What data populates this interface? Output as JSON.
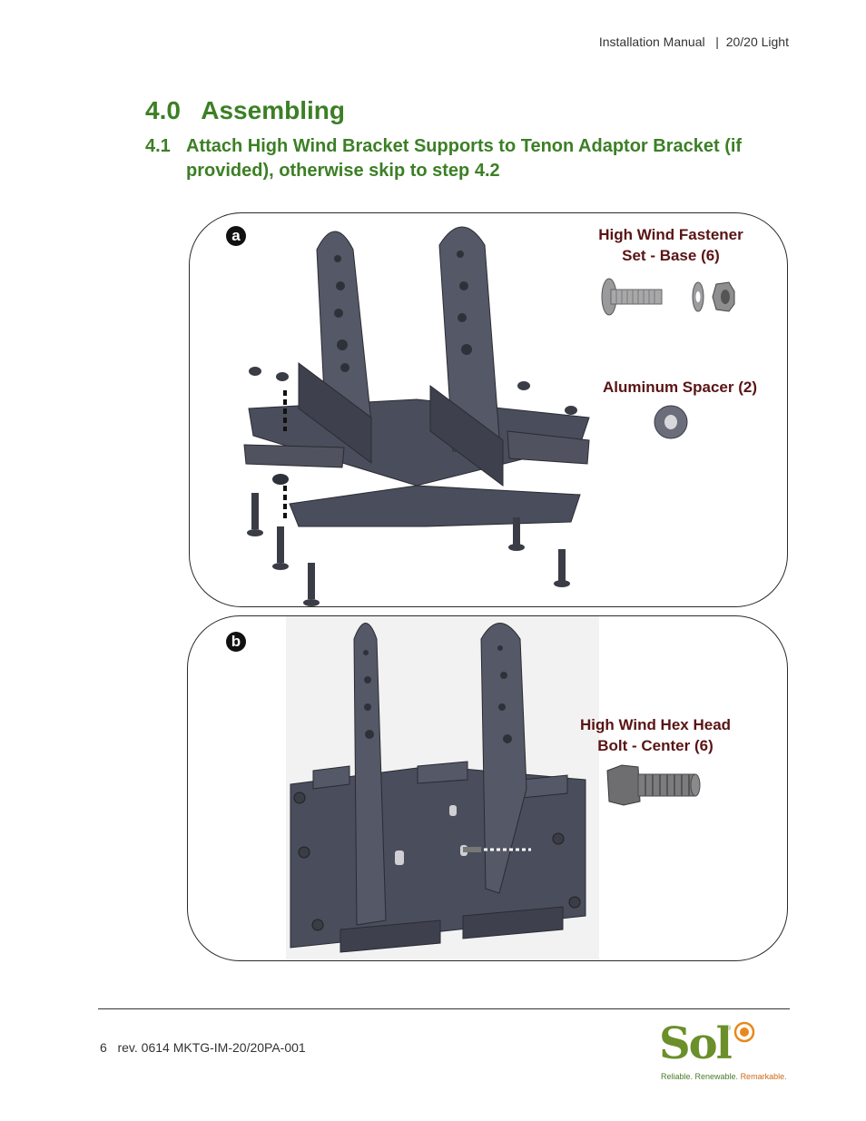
{
  "header": {
    "left": "Installation Manual",
    "separator": "|",
    "right": "20/20 Light"
  },
  "section": {
    "number": "4.0",
    "title": "Assembling"
  },
  "subsection": {
    "number": "4.1",
    "title": "Attach High Wind Bracket Supports to Tenon Adaptor Bracket (if provided), otherwise skip to step 4.2"
  },
  "panels": {
    "a": {
      "badge": "a",
      "labels": {
        "fastener_line1": "High Wind Fastener",
        "fastener_line2": "Set - Base (6)",
        "spacer": "Aluminum Spacer  (2)"
      }
    },
    "b": {
      "badge": "b",
      "labels": {
        "bolt_line1": "High Wind Hex Head",
        "bolt_line2": "Bolt - Center (6)"
      }
    }
  },
  "footer": {
    "page": "6",
    "revision": "rev. 0614 MKTG-IM-20/20PA-001"
  },
  "logo": {
    "word": "Sol",
    "registered": "®",
    "tagline_part1": "Reliable. Renewable. ",
    "tagline_part2": "Remarkable."
  },
  "colors": {
    "heading": "#3c7f25",
    "part_label": "#5a1414",
    "metal": "#4a4d5c",
    "logo_green": "#6b8f2a",
    "logo_orange": "#e8891c"
  }
}
